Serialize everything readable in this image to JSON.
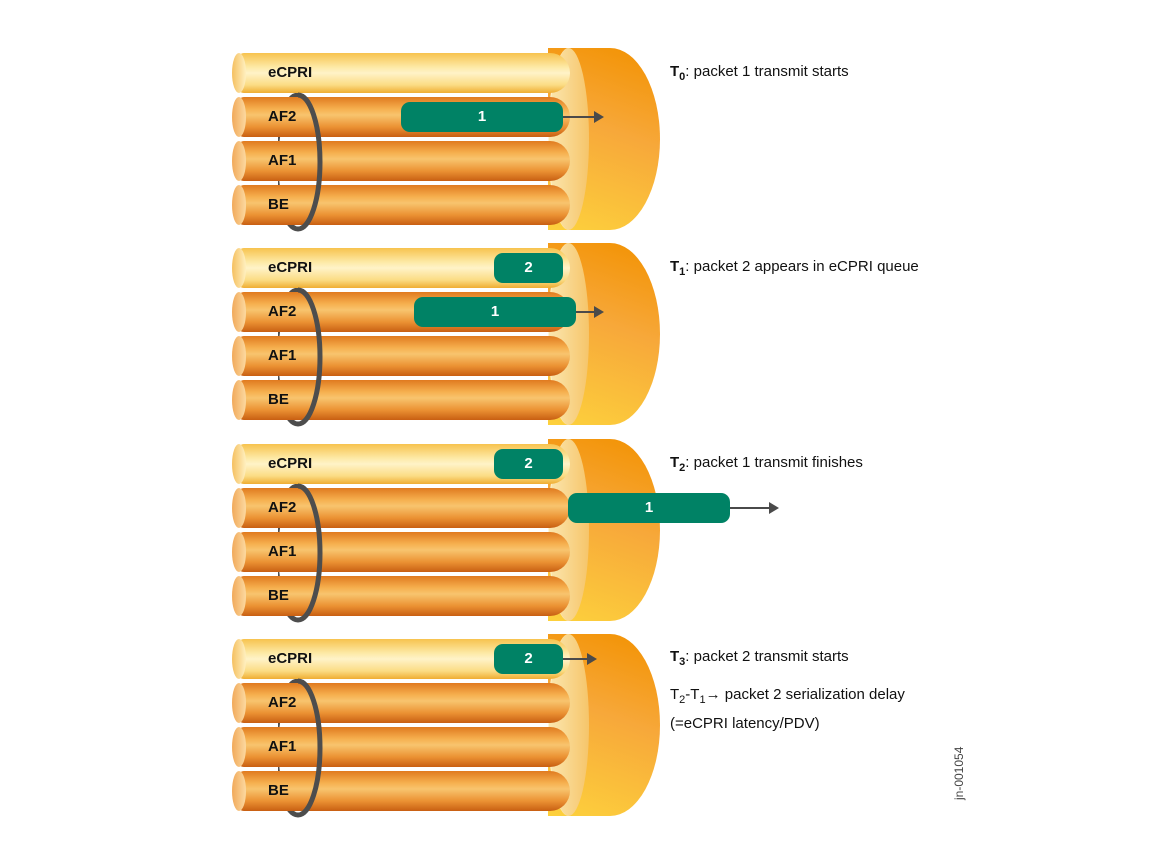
{
  "queues": [
    "eCPRI",
    "AF2",
    "AF1",
    "BE"
  ],
  "panels": [
    {
      "time_sym": "T",
      "time_sub": "0",
      "caption": ": packet 1 transmit starts",
      "packets": [
        {
          "label": "1",
          "queue": "AF2",
          "state": "transmitting"
        }
      ]
    },
    {
      "time_sym": "T",
      "time_sub": "1",
      "caption": ": packet 2 appears in eCPRI queue",
      "packets": [
        {
          "label": "2",
          "queue": "eCPRI",
          "state": "waiting"
        },
        {
          "label": "1",
          "queue": "AF2",
          "state": "transmitting"
        }
      ]
    },
    {
      "time_sym": "T",
      "time_sub": "2",
      "caption": ": packet 1 transmit finishes",
      "packets": [
        {
          "label": "2",
          "queue": "eCPRI",
          "state": "waiting"
        },
        {
          "label": "1",
          "queue": "AF2",
          "state": "sent"
        }
      ]
    },
    {
      "time_sym": "T",
      "time_sub": "3",
      "caption": ": packet 2 transmit starts",
      "packets": [
        {
          "label": "2",
          "queue": "eCPRI",
          "state": "transmitting"
        }
      ],
      "note": {
        "a_sym": "T",
        "a_sub": "2",
        "dash": "-",
        "b_sym": "T",
        "b_sub": "1",
        "line1": "→ packet 2 serialization delay",
        "line2": "(=eCPRI latency/PDV)"
      }
    }
  ],
  "figure_id": "jn-001054",
  "colors": {
    "packet": "#008265",
    "arrow": "#4a4a4a",
    "ring": "#4d4d4d"
  }
}
